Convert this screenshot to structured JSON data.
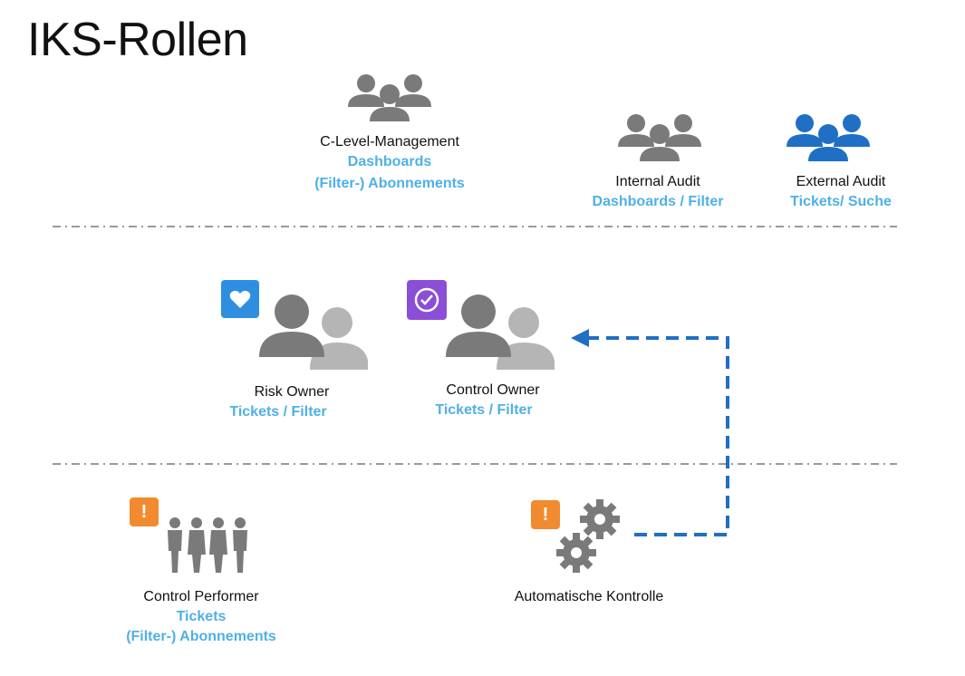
{
  "title": "IKS-Rollen",
  "roles": {
    "c_level": {
      "name": "C-Level-Management",
      "features": [
        "Dashboards",
        "(Filter-) Abonnements"
      ],
      "icon": "group-icon"
    },
    "internal_audit": {
      "name": "Internal Audit",
      "features": [
        "Dashboards / Filter"
      ],
      "icon": "group-icon"
    },
    "external_audit": {
      "name": "External Audit",
      "features": [
        "Tickets/ Suche"
      ],
      "icon": "group-icon",
      "icon_color": "#1f6fc4"
    },
    "risk_owner": {
      "name": "Risk Owner",
      "features": [
        "Tickets / Filter"
      ],
      "icon": "user-pair-icon",
      "badge_icon": "heart-icon",
      "badge_color": "#2e8fe0"
    },
    "control_owner": {
      "name": "Control Owner",
      "features": [
        "Tickets / Filter"
      ],
      "icon": "user-pair-icon",
      "badge_icon": "check-circle-icon",
      "badge_color": "#8a4fd6"
    },
    "control_performer": {
      "name": "Control Performer",
      "features": [
        "Tickets",
        "(Filter-) Abonnements"
      ],
      "icon": "people-row-icon",
      "badge_icon": "exclamation-icon",
      "badge_color": "#f28a30"
    },
    "auto_control": {
      "name": "Automatische Kontrolle",
      "features": [],
      "icon": "gears-icon",
      "badge_icon": "exclamation-icon",
      "badge_color": "#f28a30"
    }
  },
  "badges": {
    "warning_glyph": "!"
  },
  "colors": {
    "feature_text": "#4fb0e6",
    "icon_gray": "#7a7a7a",
    "arrow_blue": "#1f6fc4",
    "divider": "#999999"
  }
}
